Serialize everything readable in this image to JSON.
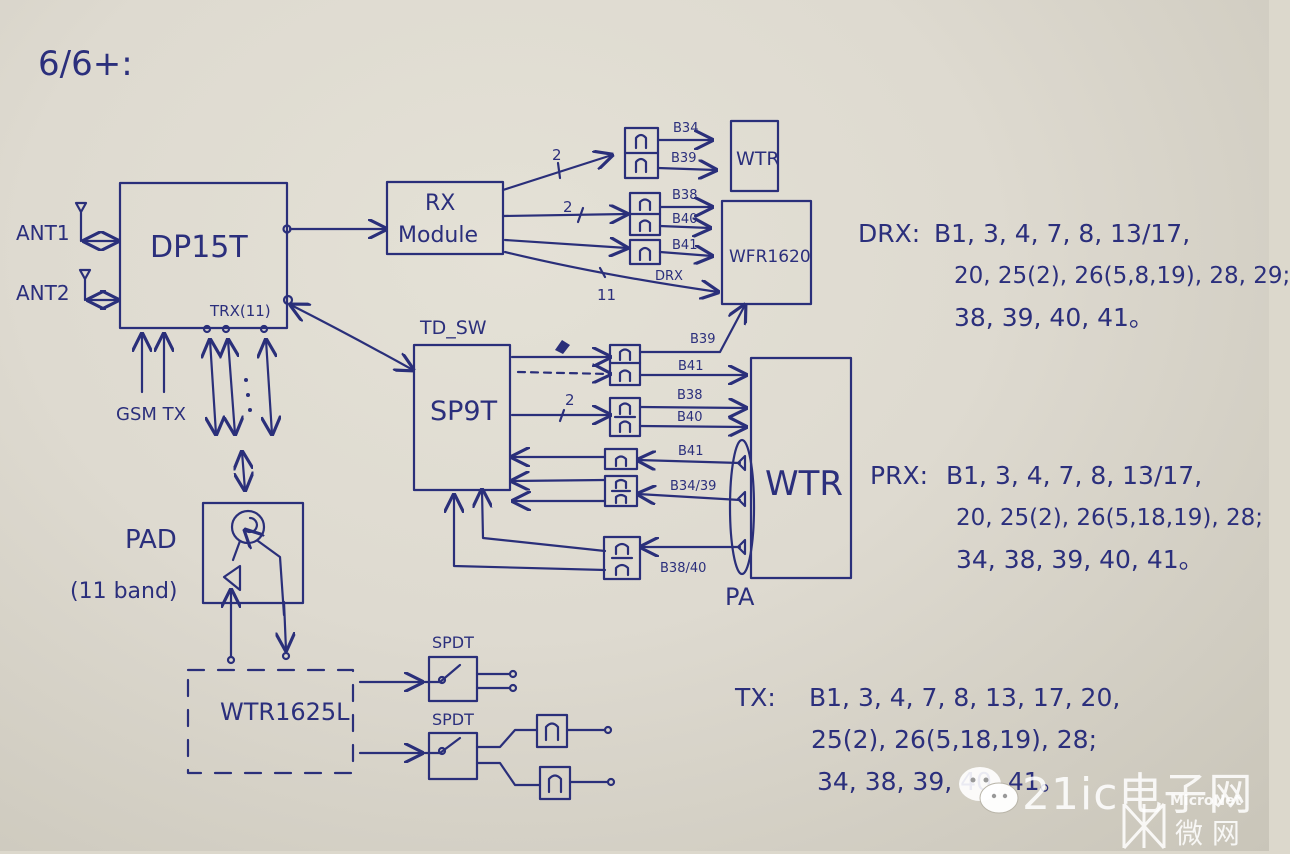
{
  "title": "6/6+:",
  "blocks": {
    "dp15t": "DP15T",
    "ant1": "ANT1",
    "ant2": "ANT2",
    "trx": "TRX(11)",
    "gsm_tx": "GSM TX",
    "rx_module_line1": "RX",
    "rx_module_line2": "Module",
    "wtr_small": "WTR",
    "wfr": "WFR1620",
    "td_sw": "TD_SW",
    "sp9t": "SP9T",
    "wtr_big": "WTR",
    "pa": "PA",
    "pad_line1": "PAD",
    "pad_line2": "(11 band)",
    "wtr1625l": "WTR1625L",
    "spdt1": "SPDT",
    "spdt2": "SPDT"
  },
  "rx_paths": {
    "bus_count_1": "2",
    "bus_count_2": "2",
    "bus_count_drx": "11",
    "drx_label": "DRX",
    "b34": "B34",
    "b39": "B39",
    "b38": "B38",
    "b40": "B40",
    "b41": "B41"
  },
  "td_paths": {
    "b39": "B39",
    "b41": "B41",
    "bus_count": "2",
    "b38": "B38",
    "b40": "B40",
    "pa_b41": "B41",
    "pa_b34_39": "B34/39",
    "pa_b38_40": "B38/40"
  },
  "notes": {
    "drx": {
      "label": "DRX:",
      "line1": "B1, 3, 4, 7, 8, 13/17,",
      "line2": "20, 25(2), 26(5,8,19), 28, 29;",
      "line3": "38, 39, 40, 41。"
    },
    "prx": {
      "label": "PRX:",
      "line1": "B1, 3, 4, 7, 8, 13/17,",
      "line2": "20, 25(2), 26(5,18,19), 28;",
      "line3": "34, 38, 39, 40, 41。"
    },
    "tx": {
      "label": "TX:",
      "line1": "B1, 3, 4, 7, 8, 13, 17, 20,",
      "line2": "25(2), 26(5,18,19), 28;",
      "line3": "34, 38, 39, 40, 41。"
    }
  },
  "watermark": {
    "brand": "21ic电子网",
    "sub_en": "MicroNet",
    "sub_cn": "微 网"
  }
}
